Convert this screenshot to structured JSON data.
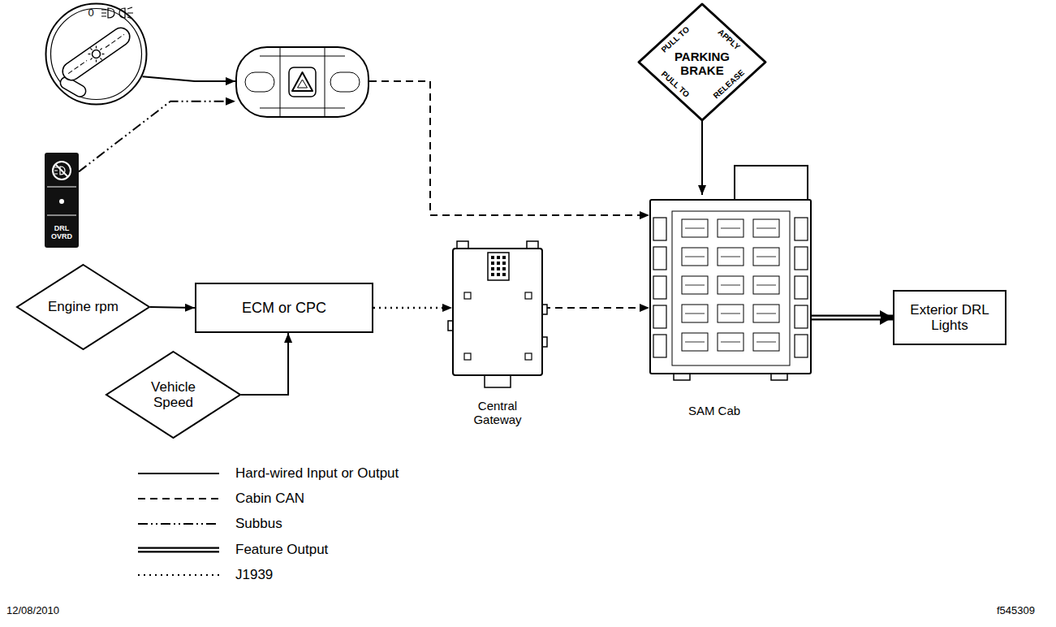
{
  "diagram": {
    "nodes": [
      {
        "text": [
          "0"
        ]
      },
      {
        "text": []
      },
      {
        "text": [
          "PULL TO",
          "APPLY",
          "PARKING BRAKE",
          "PULL TO",
          "RELEASE"
        ]
      },
      {
        "text": [
          "DRL OVRD"
        ]
      },
      {
        "text": [
          "Engine rpm"
        ]
      },
      {
        "text": [
          "ECM or CPC"
        ]
      },
      {
        "text": [
          "Central Gateway"
        ]
      },
      {
        "text": [
          "SAM Cab"
        ]
      },
      {
        "text": [
          "Exterior DRL Lights"
        ]
      },
      {
        "text": [
          "Vehicle Speed"
        ]
      }
    ],
    "edges": [
      {
        "from": 0,
        "to": 1,
        "arrow": "to"
      },
      {
        "from": 3,
        "to": 1,
        "arrow": "to"
      },
      {
        "from": 1,
        "to": 7,
        "arrow": "to"
      },
      {
        "from": 2,
        "to": 7,
        "arrow": "to"
      },
      {
        "from": 4,
        "to": 5,
        "arrow": "to"
      },
      {
        "from": 9,
        "to": 5,
        "arrow": "to"
      },
      {
        "from": 5,
        "to": 6,
        "arrow": "to"
      },
      {
        "from": 6,
        "to": 7,
        "arrow": "to"
      },
      {
        "from": 7,
        "to": 8,
        "arrow": "to"
      }
    ],
    "labels": [
      "12/08/2010",
      "f545309"
    ],
    "legend": [
      {
        "text": "Hard-wired Input or Output"
      },
      {
        "text": "Cabin CAN"
      },
      {
        "text": "Subbus"
      },
      {
        "text": "Feature Output"
      },
      {
        "text": "J1939"
      }
    ]
  }
}
